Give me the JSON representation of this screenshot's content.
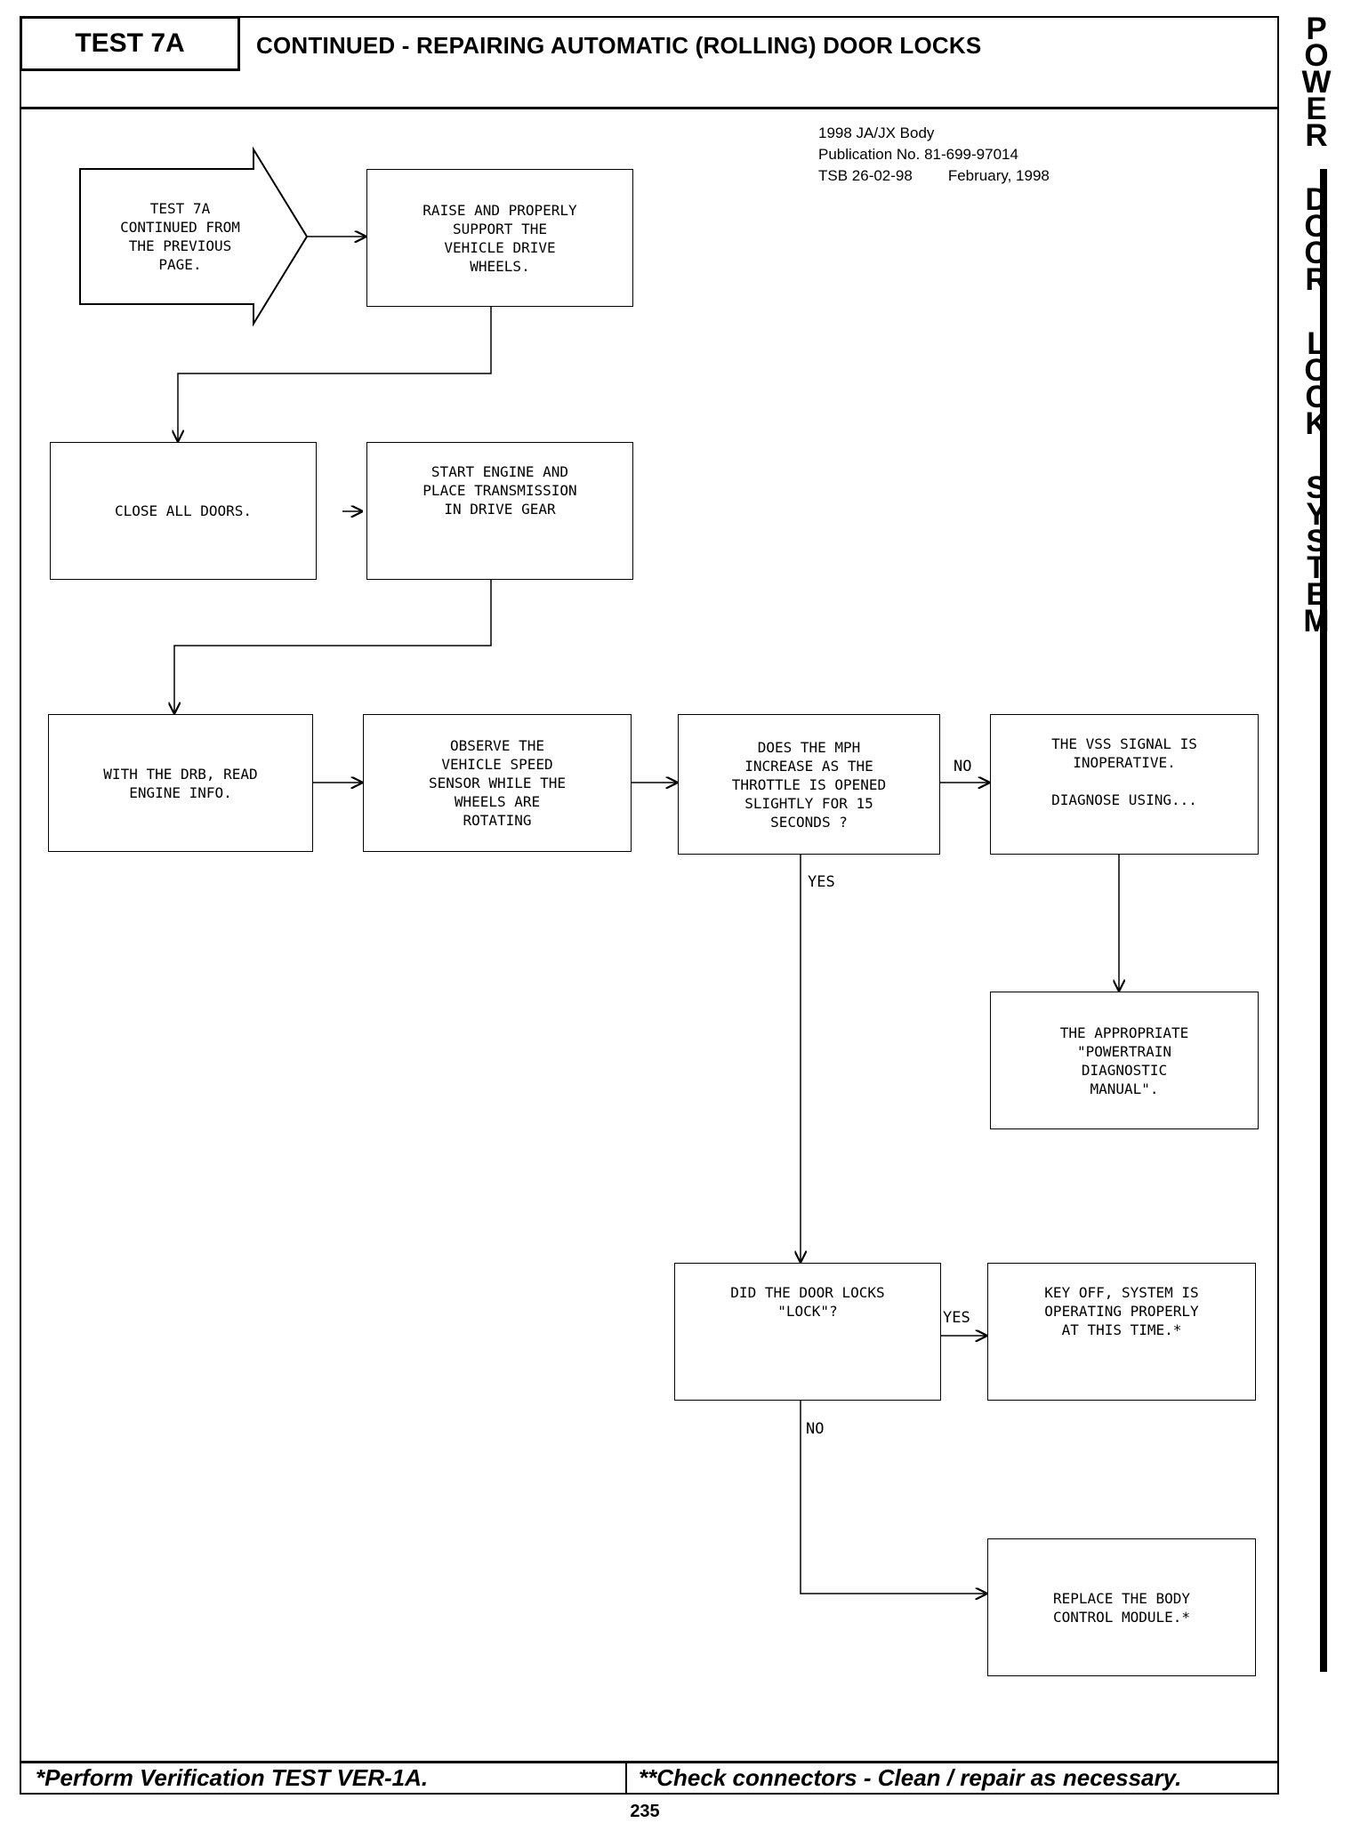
{
  "header": {
    "test_id": "TEST 7A",
    "title": "CONTINUED - REPAIRING AUTOMATIC (ROLLING) DOOR LOCKS"
  },
  "meta": {
    "body": "1998 JA/JX Body",
    "publication": "Publication No. 81-699-97014",
    "tsb": "TSB 26-02-98",
    "date": "February, 1998"
  },
  "side_title": [
    "P",
    "O",
    "W",
    "E",
    "R",
    "",
    "D",
    "O",
    "O",
    "R",
    "",
    "L",
    "O",
    "C",
    "K",
    "",
    "S",
    "Y",
    "S",
    "T",
    "E",
    "M"
  ],
  "flow": {
    "start": "TEST 7A\nCONTINUED FROM\nTHE PREVIOUS\nPAGE.",
    "raise": "RAISE AND PROPERLY\nSUPPORT THE\nVEHICLE DRIVE\nWHEELS.",
    "close_doors": "CLOSE ALL DOORS.",
    "start_engine": "START ENGINE AND\nPLACE TRANSMISSION\nIN DRIVE GEAR",
    "drb_read": "WITH THE DRB, READ\nENGINE INFO.",
    "observe_vss": "OBSERVE THE\nVEHICLE SPEED\nSENSOR WHILE THE\nWHEELS ARE\nROTATING",
    "mph_question": "DOES THE MPH\nINCREASE AS THE\nTHROTTLE IS OPENED\nSLIGHTLY FOR 15\nSECONDS ?",
    "vss_inoperative": "THE VSS SIGNAL IS\nINOPERATIVE.\n\nDIAGNOSE USING...",
    "appropriate_manual": "THE APPROPRIATE\n\"POWERTRAIN\nDIAGNOSTIC\nMANUAL\".",
    "door_locks_question": "DID THE DOOR LOCKS\n\"LOCK\"?",
    "system_ok": "KEY OFF, SYSTEM IS\nOPERATING PROPERLY\nAT THIS TIME.*",
    "replace_bcm": "REPLACE THE BODY\nCONTROL MODULE.*"
  },
  "labels": {
    "no_1": "NO",
    "yes_1": "YES",
    "yes_2": "YES",
    "no_2": "NO"
  },
  "footer": {
    "left": "*Perform Verification TEST VER-1A.",
    "right": "**Check connectors - Clean / repair as necessary."
  },
  "page_number": "235"
}
